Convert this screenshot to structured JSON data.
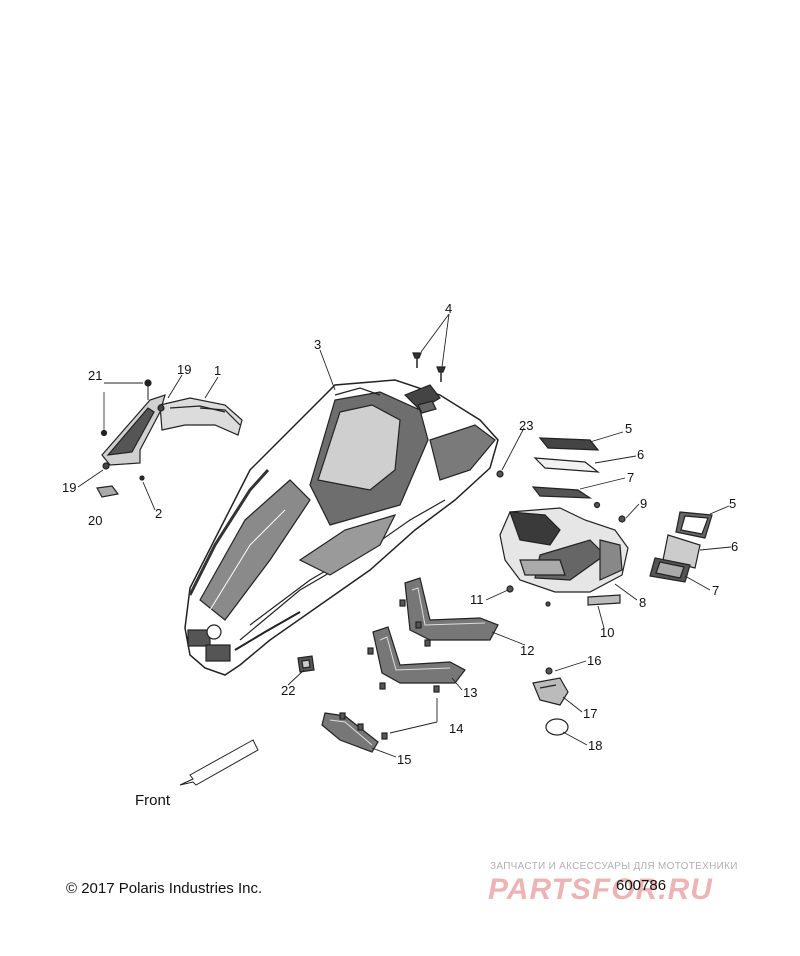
{
  "diagram": {
    "callouts": [
      {
        "id": "c1",
        "text": "1"
      },
      {
        "id": "c2",
        "text": "2"
      },
      {
        "id": "c3",
        "text": "3"
      },
      {
        "id": "c4",
        "text": "4"
      },
      {
        "id": "c5a",
        "text": "5"
      },
      {
        "id": "c5b",
        "text": "5"
      },
      {
        "id": "c6a",
        "text": "6"
      },
      {
        "id": "c6b",
        "text": "6"
      },
      {
        "id": "c7a",
        "text": "7"
      },
      {
        "id": "c7b",
        "text": "7"
      },
      {
        "id": "c8",
        "text": "8"
      },
      {
        "id": "c9",
        "text": "9"
      },
      {
        "id": "c10",
        "text": "10"
      },
      {
        "id": "c11",
        "text": "11"
      },
      {
        "id": "c12",
        "text": "12"
      },
      {
        "id": "c13",
        "text": "13"
      },
      {
        "id": "c14",
        "text": "14"
      },
      {
        "id": "c15",
        "text": "15"
      },
      {
        "id": "c16",
        "text": "16"
      },
      {
        "id": "c17",
        "text": "17"
      },
      {
        "id": "c18",
        "text": "18"
      },
      {
        "id": "c19a",
        "text": "19"
      },
      {
        "id": "c19b",
        "text": "19"
      },
      {
        "id": "c20",
        "text": "20"
      },
      {
        "id": "c21",
        "text": "21"
      },
      {
        "id": "c22",
        "text": "22"
      },
      {
        "id": "c23",
        "text": "23"
      }
    ],
    "front_label": "Front",
    "copyright": "© 2017 Polaris Industries Inc.",
    "drawing_number": "600786",
    "watermark_text": "ЗАПЧАСТИ И АКСЕССУАРЫ ДЛЯ МОТОТЕХНИКИ",
    "watermark_logo": "PARTSFOR.RU"
  }
}
